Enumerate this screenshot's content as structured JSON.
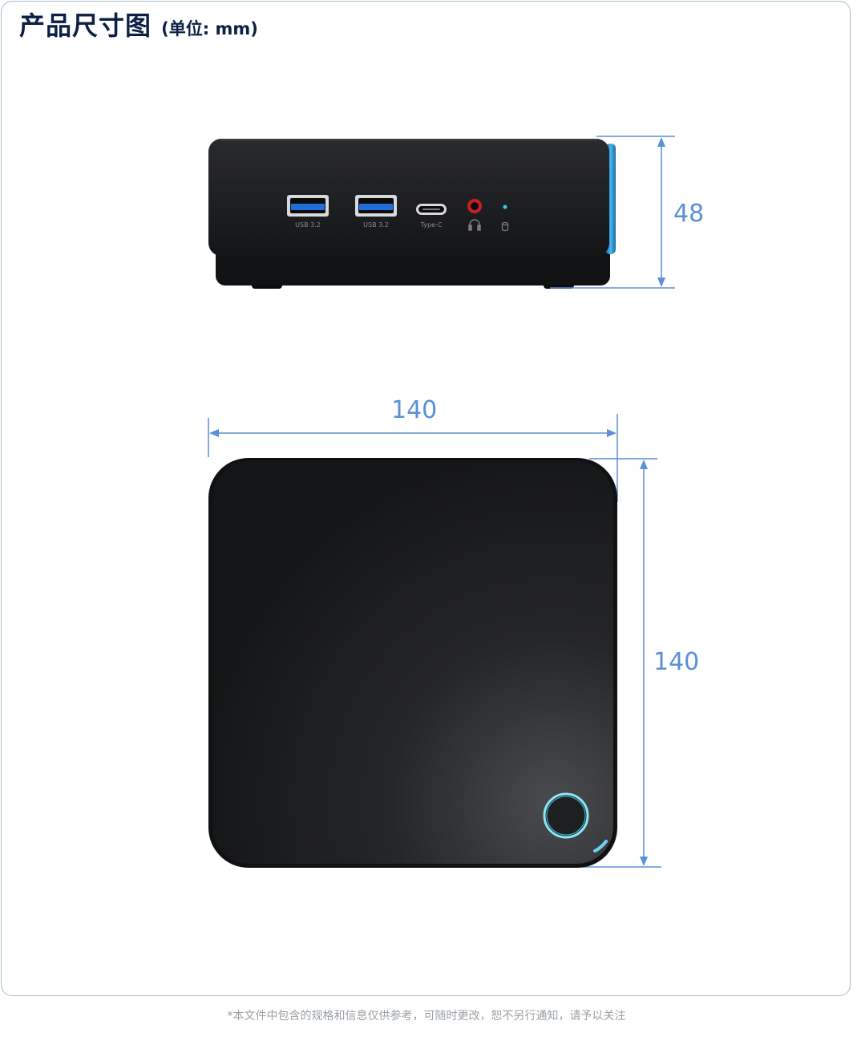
{
  "header": {
    "title": "产品尺寸图",
    "unit": "(单位: mm)"
  },
  "dimensions": {
    "height": "48",
    "width": "140",
    "depth": "140"
  },
  "ports": [
    "USB 3.2",
    "USB 3.2",
    "Type-C"
  ],
  "icons": [
    "headphone-icon",
    "led-indicator-icon",
    "storage-icon",
    "power-button-icon"
  ],
  "colors": {
    "dimension_line": "#5b8fd6",
    "accent_blue": "#3aa8ee",
    "device_body": "#1b1c1f"
  },
  "footer": {
    "note": "*本文件中包含的规格和信息仅供参考，可随时更改，恕不另行通知，请予以关注"
  }
}
